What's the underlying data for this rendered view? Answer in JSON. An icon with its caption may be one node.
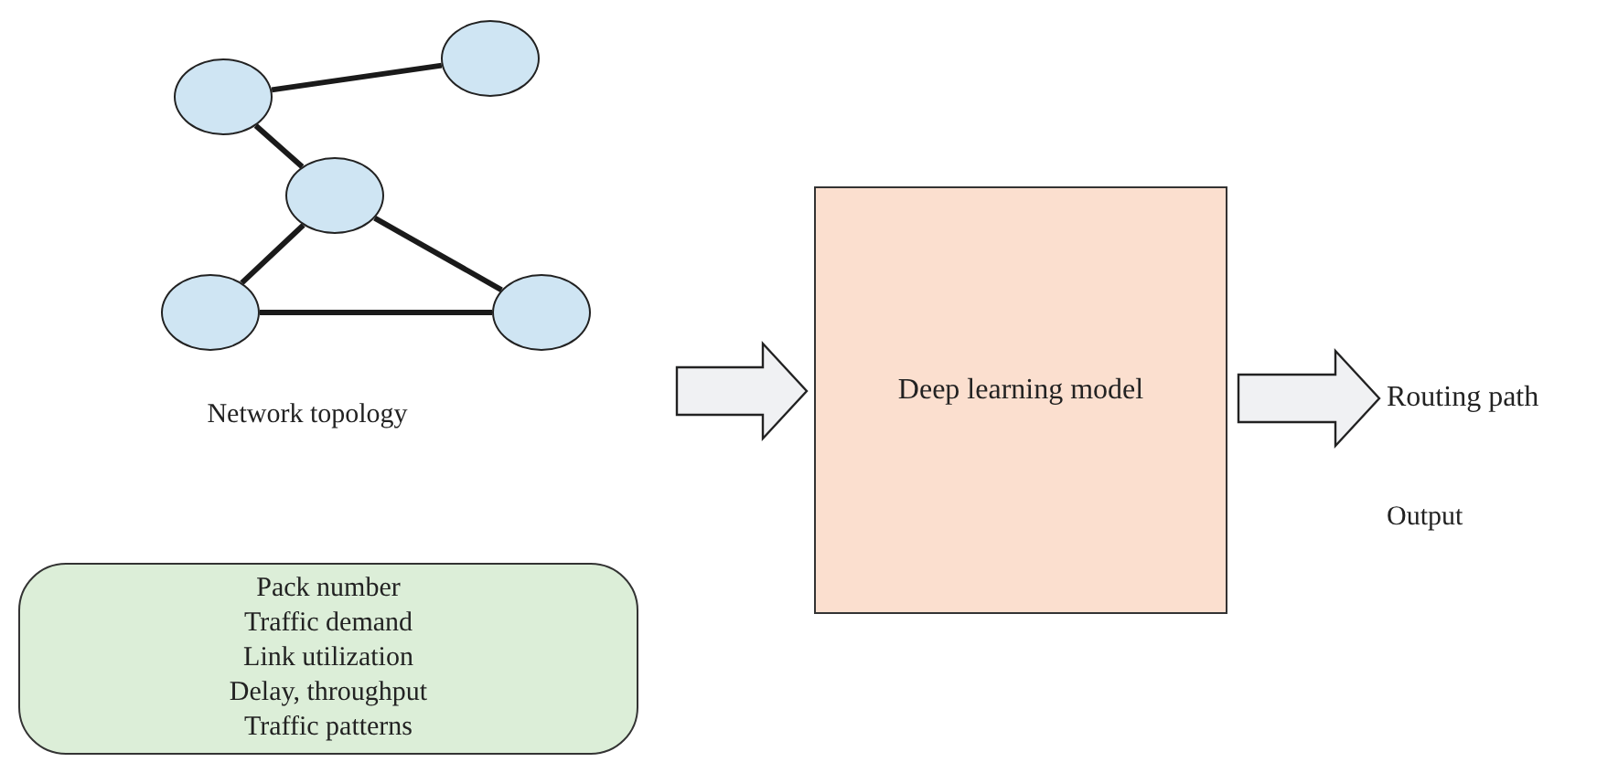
{
  "diagram": {
    "nodes": [
      {
        "text": [],
        "shape": "circle"
      },
      {
        "text": [],
        "shape": "circle"
      },
      {
        "text": [],
        "shape": "circle"
      },
      {
        "text": [],
        "shape": "circle"
      },
      {
        "text": [],
        "shape": "circle"
      },
      {
        "text": [
          "Pack number",
          "Traffic demand",
          "Link utilization",
          "Delay, throughput",
          "Traffic patterns"
        ]
      },
      {
        "text": [
          "Deep learning model"
        ]
      },
      {
        "text": [
          "Routing path"
        ]
      }
    ],
    "edges": [
      {
        "from": 0,
        "to": 1,
        "arrow": "none"
      },
      {
        "from": 0,
        "to": 2,
        "arrow": "none"
      },
      {
        "from": 2,
        "to": 3,
        "arrow": "none"
      },
      {
        "from": 2,
        "to": 4,
        "arrow": "none"
      },
      {
        "from": 3,
        "to": 4,
        "arrow": "none"
      },
      {
        "from": null,
        "to": 6,
        "arrow": "to"
      },
      {
        "from": 6,
        "to": 7,
        "arrow": "to"
      }
    ],
    "labels": [
      "Network topology",
      "Output"
    ]
  }
}
